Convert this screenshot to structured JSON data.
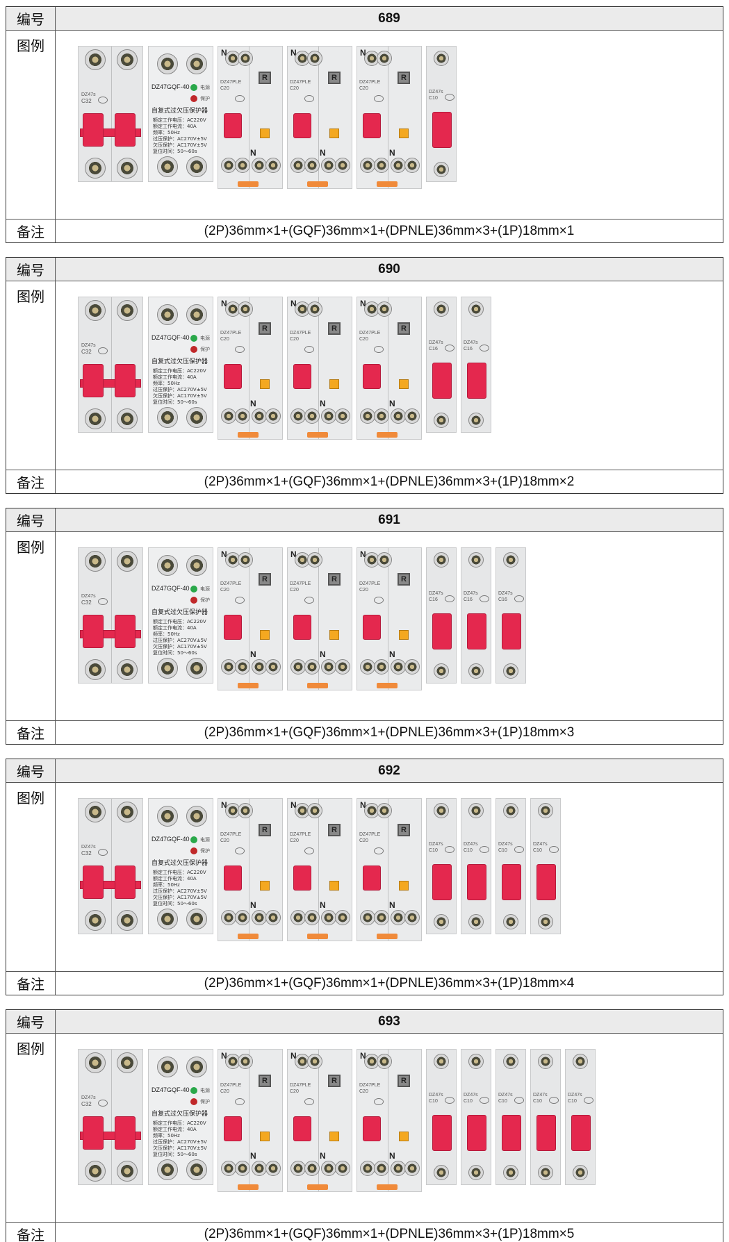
{
  "labels": {
    "number": "编号",
    "legend": "图例",
    "remark": "备注"
  },
  "module_text": {
    "gqf_model": "DZ47GQF-40",
    "gqf_name": "自复式过欠压保护器",
    "gqf_lines": [
      "额定工作电压：AC220V",
      "额定工作电流：40A",
      "频率：50Hz",
      "过压保护：AC270V±5V",
      "欠压保护：AC170V±5V",
      "复位时间：50～60s"
    ],
    "led_power": "电源",
    "led_protect": "保护",
    "mcb_model": "DZ47s",
    "rcd_model": "DZ47PLE",
    "reset_letter": "R",
    "neutral_letter": "N"
  },
  "colors": {
    "handle": "#e4284e",
    "header_bg": "#ebebeb",
    "test_button": "#f4a820"
  },
  "tables": [
    {
      "number": "689",
      "remark": "(2P)36mm×1+(GQF)36mm×1+(DPNLE)36mm×3+(1P)18mm×1",
      "modules": {
        "two_pole": 1,
        "gqf": 1,
        "rcd": 3,
        "one_pole": 1
      },
      "pole_rating": "C32",
      "rcd_rating": "C20",
      "mcb_rating": "C10"
    },
    {
      "number": "690",
      "remark": "(2P)36mm×1+(GQF)36mm×1+(DPNLE)36mm×3+(1P)18mm×2",
      "modules": {
        "two_pole": 1,
        "gqf": 1,
        "rcd": 3,
        "one_pole": 2
      },
      "pole_rating": "C32",
      "rcd_rating": "C20",
      "mcb_rating": "C16"
    },
    {
      "number": "691",
      "remark": "(2P)36mm×1+(GQF)36mm×1+(DPNLE)36mm×3+(1P)18mm×3",
      "modules": {
        "two_pole": 1,
        "gqf": 1,
        "rcd": 3,
        "one_pole": 3
      },
      "pole_rating": "C32",
      "rcd_rating": "C20",
      "mcb_rating": "C16"
    },
    {
      "number": "692",
      "remark": "(2P)36mm×1+(GQF)36mm×1+(DPNLE)36mm×3+(1P)18mm×4",
      "modules": {
        "two_pole": 1,
        "gqf": 1,
        "rcd": 3,
        "one_pole": 4
      },
      "pole_rating": "C32",
      "rcd_rating": "C20",
      "mcb_rating": "C10"
    },
    {
      "number": "693",
      "remark": "(2P)36mm×1+(GQF)36mm×1+(DPNLE)36mm×3+(1P)18mm×5",
      "modules": {
        "two_pole": 1,
        "gqf": 1,
        "rcd": 3,
        "one_pole": 5
      },
      "pole_rating": "C32",
      "rcd_rating": "C20",
      "mcb_rating": "C10"
    }
  ]
}
